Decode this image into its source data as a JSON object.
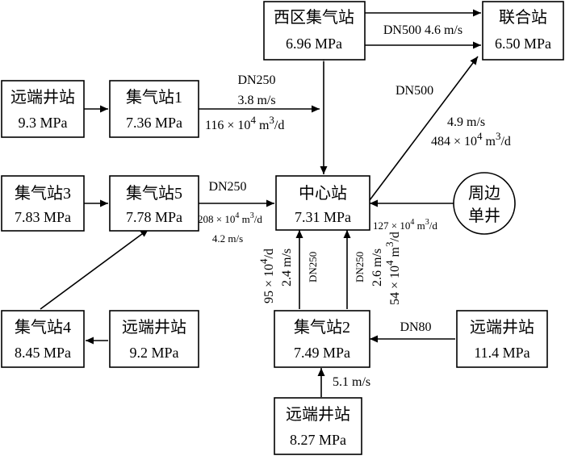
{
  "nodes": {
    "xiqu": {
      "name": "西区集气站",
      "pressure": "6.96 MPa"
    },
    "lianhe": {
      "name": "联合站",
      "pressure": "6.50 MPa"
    },
    "yuanduan_a": {
      "name": "远端井站",
      "pressure": "9.3 MPa"
    },
    "jiqi1": {
      "name": "集气站1",
      "pressure": "7.36 MPa"
    },
    "jiqi3": {
      "name": "集气站3",
      "pressure": "7.83 MPa"
    },
    "jiqi5": {
      "name": "集气站5",
      "pressure": "7.78 MPa"
    },
    "zhongxin": {
      "name": "中心站",
      "pressure": "7.31 MPa"
    },
    "zhoubian": {
      "name_line1": "周边",
      "name_line2": "单井"
    },
    "jiqi4": {
      "name": "集气站4",
      "pressure": "8.45 MPa"
    },
    "yuanduan_b": {
      "name": "远端井站",
      "pressure": "9.2 MPa"
    },
    "jiqi2": {
      "name": "集气站2",
      "pressure": "7.49 MPa"
    },
    "yuanduan_c": {
      "name": "远端井站",
      "pressure": "11.4 MPa"
    },
    "yuanduan_d": {
      "name": "远端井站",
      "pressure": "8.27 MPa"
    }
  },
  "labels": {
    "xiqu_lianhe": "DN500  4.6 m/s",
    "jiqi1_dn": "DN250",
    "jiqi1_speed": "3.8 m/s",
    "jiqi1_flow_num": "116 × 10",
    "jiqi1_flow_exp": "4",
    "jiqi1_flow_unit": " m",
    "jiqi1_flow_unit_exp": "3",
    "jiqi1_flow_tail": "/d",
    "lianhe_dn": "DN500",
    "lianhe_speed": "4.9 m/s",
    "lianhe_flow_num": "484 × 10",
    "lianhe_flow_exp": "4",
    "lianhe_flow_unit": " m",
    "lianhe_flow_unit_exp": "3",
    "lianhe_flow_tail": "/d",
    "jiqi5_dn": "DN250",
    "jiqi5_flow_num": "208 × 10",
    "jiqi5_flow_exp": "4",
    "jiqi5_flow_unit": " m",
    "jiqi5_flow_unit_exp": "3",
    "jiqi5_flow_tail": "/d",
    "jiqi5_speed": "4.2 m/s",
    "zhoubian_flow_num": "127 × 10",
    "zhoubian_flow_exp": "4",
    "zhoubian_flow_unit": " m",
    "zhoubian_flow_unit_exp": "3",
    "zhoubian_flow_tail": "/d",
    "left_pipe_flow_num": "95 × 10",
    "left_pipe_flow_exp": "4",
    "left_pipe_flow_tail": "/d",
    "left_pipe_speed": "2.4 m/s",
    "left_pipe_dn": "DN250",
    "right_pipe_dn": "DN250",
    "right_pipe_speed": "2.6 m/s",
    "right_pipe_flow_num": "54 × 10",
    "right_pipe_flow_exp": "4",
    "right_pipe_flow_unit": " m",
    "right_pipe_flow_unit_exp": "3",
    "right_pipe_flow_tail": "/d",
    "dn80": "DN80",
    "bottom_speed": "5.1 m/s"
  }
}
